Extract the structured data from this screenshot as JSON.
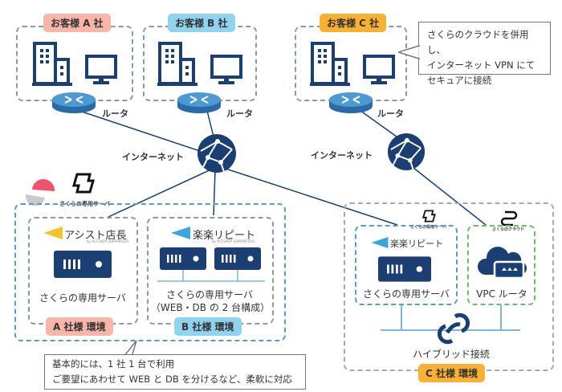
{
  "customers": [
    {
      "label": "お客様 A 社",
      "color": "#f7b6a8"
    },
    {
      "label": "お客様 B 社",
      "color": "#8fd3ee"
    },
    {
      "label": "お客様 C 社",
      "color": "#f8b133"
    }
  ],
  "router_label": "ルータ",
  "internet_label": "インターネット",
  "callout_c": [
    "さくらのクラウドを併用し、",
    "インターネット VPN にて",
    "セキュアに接続"
  ],
  "callout_bottom": [
    "基本的には、1 社 1 台で利用",
    "ご要望にあわせて WEB と DB を分けるなど、柔軟に対応"
  ],
  "logos": {
    "dedicated_server": "さくらの専用サーバ",
    "cloud": "さくらのクラウド",
    "assist": "アシスト店長",
    "rakuraku": "楽楽リピート",
    "vendor_sub": "by ACTSHOP SUPPORTERS"
  },
  "env_a": {
    "server_label": "さくらの専用サーバ",
    "badge": "A 社様 環境",
    "badge_color": "#f7b6a8"
  },
  "env_b": {
    "server_label": "さくらの専用サーバ",
    "server_sub": "（WEB・DB の 2 台構成）",
    "badge": "B 社様 環境",
    "badge_color": "#8fd3ee"
  },
  "env_c": {
    "server_label": "さくらの専用サーバ",
    "vpc_label": "VPC ルータ",
    "hybrid_label": "ハイブリッド接続",
    "badge": "C 社様 環境",
    "badge_color": "#f8b133"
  },
  "colors": {
    "navy": "#1b3f73",
    "line": "#1b3f73",
    "router_top": "#4d9ad1",
    "router_side": "#2a6aa8",
    "bus": "#7fb6d9"
  }
}
